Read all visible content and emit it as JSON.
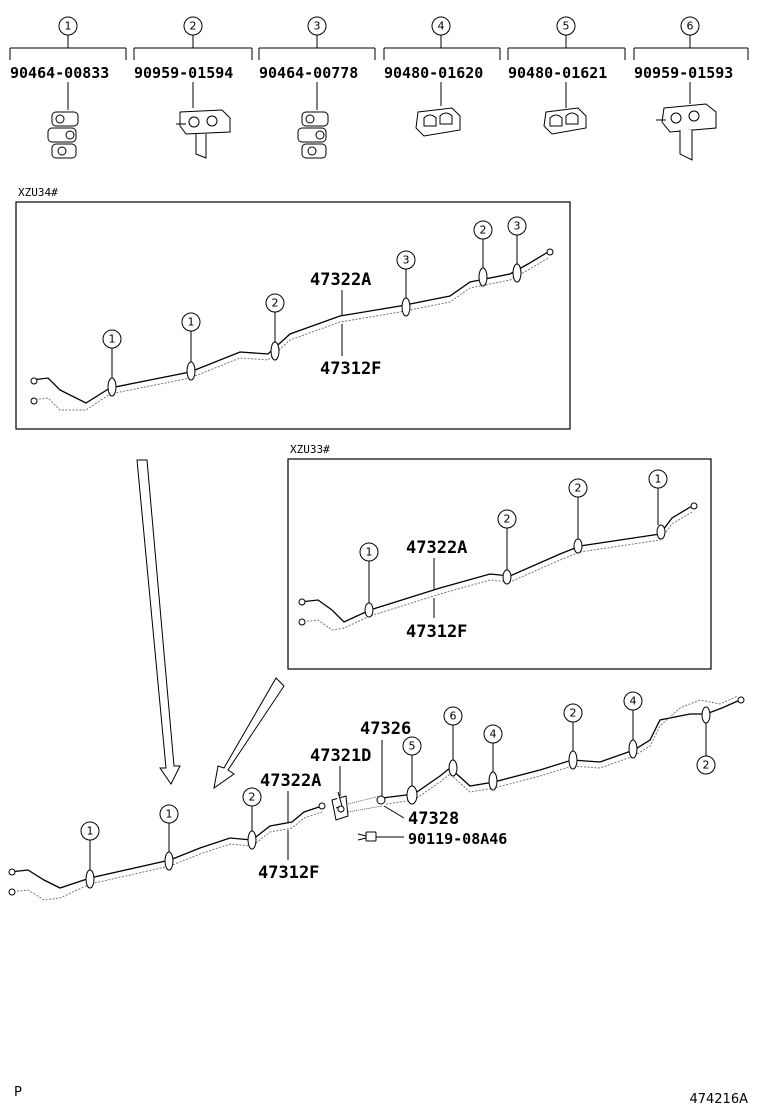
{
  "legend": [
    {
      "num": "1",
      "part": "90464-00833"
    },
    {
      "num": "2",
      "part": "90959-01594"
    },
    {
      "num": "3",
      "part": "90464-00778"
    },
    {
      "num": "4",
      "part": "90480-01620"
    },
    {
      "num": "5",
      "part": "90480-01621"
    },
    {
      "num": "6",
      "part": "90959-01593"
    }
  ],
  "panel_top": {
    "title": "XZU34#",
    "upper_part": "47322A",
    "lower_part": "47312F",
    "clip_numbers": [
      "1",
      "1",
      "2",
      "3",
      "2",
      "3"
    ]
  },
  "panel_mid": {
    "title": "XZU33#",
    "upper_part": "47322A",
    "lower_part": "47312F",
    "clip_numbers": [
      "1",
      "2",
      "2",
      "1"
    ]
  },
  "main": {
    "parts": {
      "p47326": "47326",
      "p47321D": "47321D",
      "p47322A": "47322A",
      "p47312F": "47312F",
      "p47328": "47328",
      "p9011908A46": "90119-08A46"
    },
    "clip_numbers": [
      "1",
      "1",
      "2",
      "5",
      "6",
      "4",
      "2",
      "4",
      "2"
    ]
  },
  "footer": {
    "left": "P",
    "right": "474216A"
  }
}
